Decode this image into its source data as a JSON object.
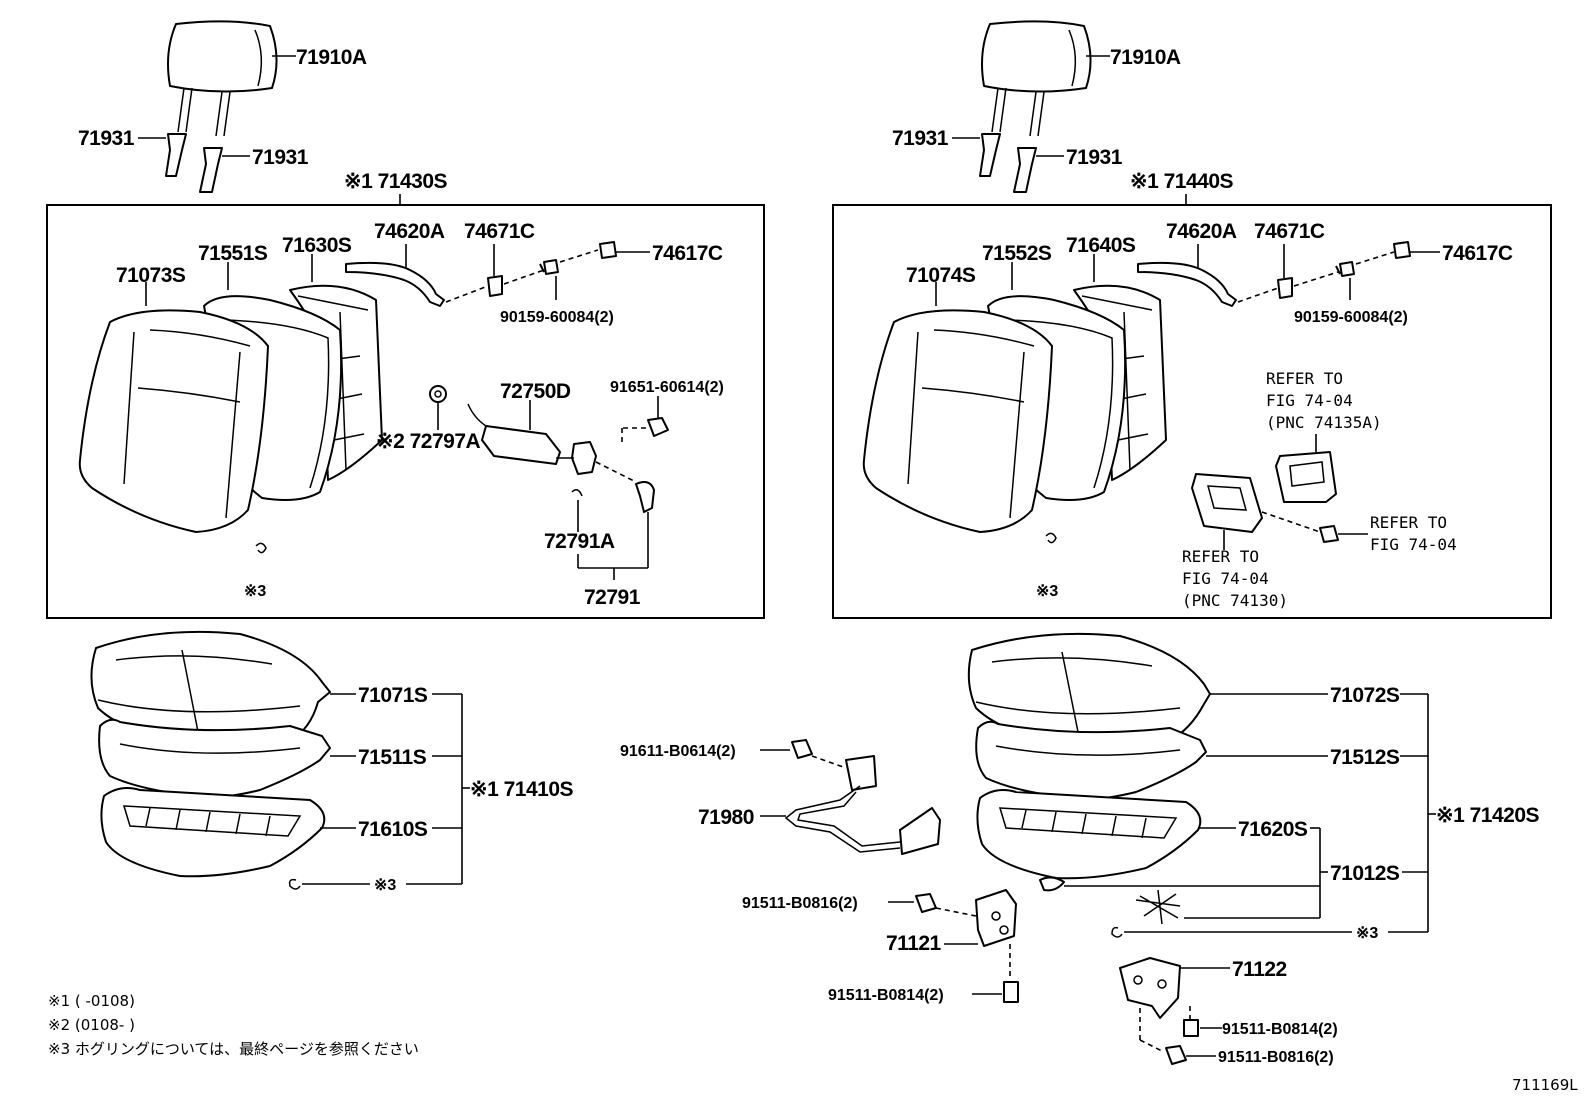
{
  "left_seat": {
    "headrest": "71910A",
    "guide_a": "71931",
    "guide_b": "71931",
    "assy": "※1 71430S",
    "back_cover": "71073S",
    "back_pad": "71551S",
    "back_frame": "71630S",
    "strap": "74620A",
    "clip": "74671C",
    "clip_end": "74617C",
    "screw": "90159-60084(2)",
    "lumbar": "72750D",
    "lumbar_bolt": "91651-60614(2)",
    "knob": "※2 72797A",
    "lever": "72791A",
    "lever_set": "72791",
    "hog_ring": "※3",
    "cushion_cover": "71071S",
    "cushion_pad": "71511S",
    "cushion_frame": "71610S",
    "cushion_assy": "※1 71410S",
    "cushion_ring": "※3"
  },
  "right_seat": {
    "headrest": "71910A",
    "guide_a": "71931",
    "guide_b": "71931",
    "assy": "※1 71440S",
    "back_cover": "71074S",
    "back_pad": "71552S",
    "back_frame": "71640S",
    "strap": "74620A",
    "clip": "74671C",
    "clip_end": "74617C",
    "screw": "90159-60084(2)",
    "refer_a": [
      "REFER TO",
      "FIG 74-04",
      "(PNC 74135A)"
    ],
    "refer_b": [
      "REFER TO",
      "FIG 74-04"
    ],
    "refer_c": [
      "REFER TO",
      "FIG 74-04",
      "(PNC 74130)"
    ],
    "hog_ring": "※3",
    "cushion_cover": "71072S",
    "cushion_pad": "71512S",
    "cushion_frame": "71620S",
    "spring": "71012S",
    "cushion_assy": "※1 71420S",
    "cushion_ring": "※3"
  },
  "middle": {
    "bolt_a": "91611-B0614(2)",
    "leg": "71980",
    "bolt_b": "91511-B0816(2)",
    "hinge": "71121",
    "bolt_c": "91511-B0814(2)",
    "bracket": "71122",
    "bolt_d": "91511-B0814(2)",
    "bolt_e": "91511-B0816(2)"
  },
  "notes": [
    "※1 (       -0108)",
    "※2 (0108-        )",
    "※3  ホグリングについては、最終ページを参照ください"
  ],
  "figure_id": "711169L"
}
